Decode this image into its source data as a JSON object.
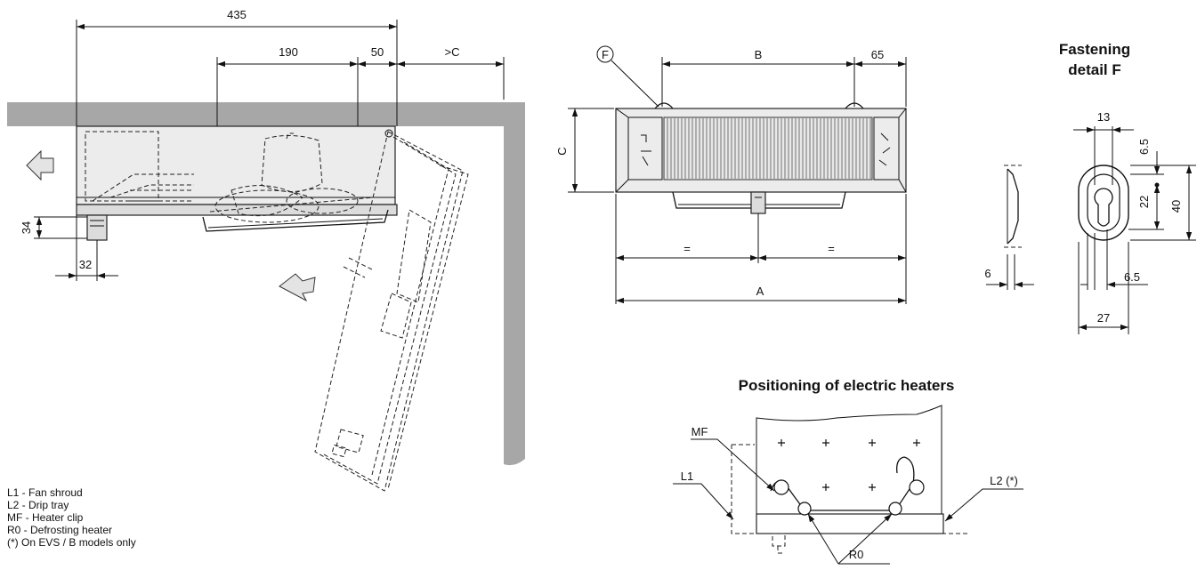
{
  "side_view": {
    "dims": {
      "d435": "435",
      "d190": "190",
      "d50": "50",
      "dC": ">C",
      "d34": "34",
      "d32": "32"
    }
  },
  "front_view": {
    "dims": {
      "F": "F",
      "B": "B",
      "d65": "65",
      "C": "C",
      "eq1": "=",
      "eq2": "=",
      "A": "A"
    }
  },
  "clip_view": {
    "dims": {
      "d6": "6"
    }
  },
  "fastening": {
    "title_line1": "Fastening",
    "title_line2": "detail F",
    "dims": {
      "d13": "13",
      "d65a": "6.5",
      "d22": "22",
      "d40": "40",
      "d65b": "6.5",
      "d27": "27"
    }
  },
  "heaters": {
    "title": "Positioning of electric heaters",
    "labels": {
      "MF": "MF",
      "L1": "L1",
      "L2": "L2 (*)",
      "R0": "R0"
    }
  },
  "legend": [
    "L1 - Fan shroud",
    "L2 - Drip tray",
    "MF - Heater clip",
    "R0 - Defrosting heater",
    "(*) On EVS / B models only"
  ]
}
